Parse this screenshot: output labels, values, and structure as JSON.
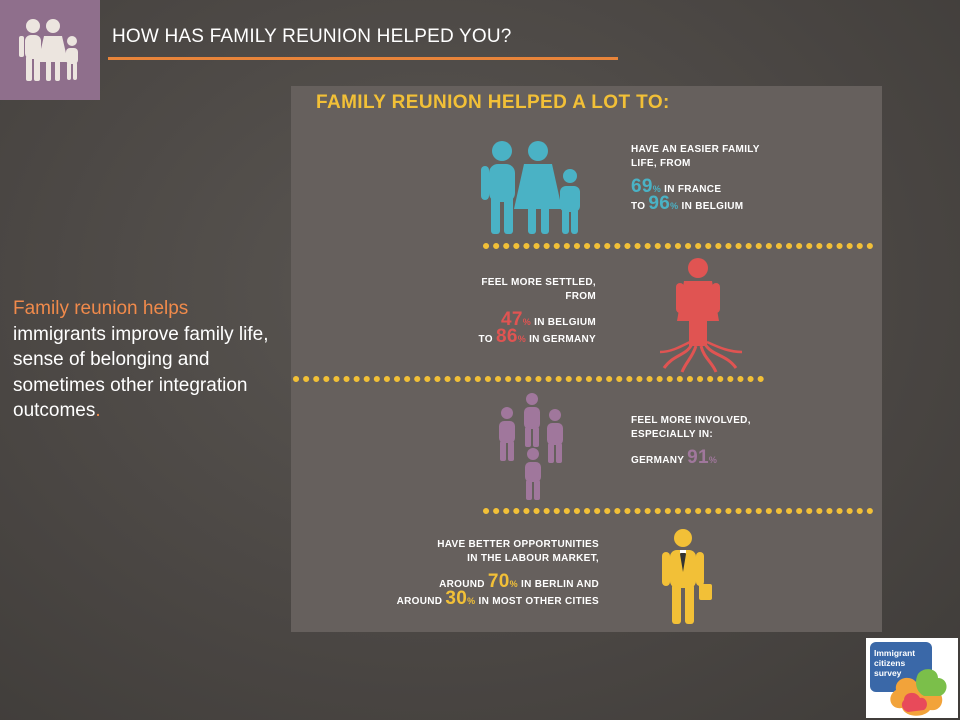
{
  "header": {
    "title": "HOW HAS FAMILY REUNION HELPED YOU?",
    "logo_icon": "family-icon"
  },
  "sidebar_text": {
    "highlight": "Family reunion helps",
    "body": "immigrants improve family life, sense of belonging and sometimes other integration outcomes",
    "end_mark": "."
  },
  "panel": {
    "heading": "FAMILY REUNION HELPED A LOT TO:",
    "rows": [
      {
        "icon": "family-icon",
        "lead": "HAVE AN EASIER FAMILY LIFE, FROM",
        "v1": "69",
        "u1": "%",
        "t1": "IN FRANCE",
        "pre2": "TO",
        "v2": "96",
        "u2": "%",
        "t2": "IN BELGIUM",
        "color": "#4ab2c5"
      },
      {
        "icon": "rooted-person-icon",
        "lead": "FEEL MORE SETTLED, FROM",
        "v1": "47",
        "u1": "%",
        "t1": "IN BELGIUM",
        "pre2": "TO",
        "v2": "86",
        "u2": "%",
        "t2": "IN GERMANY",
        "color": "#e05452"
      },
      {
        "icon": "community-group-icon",
        "lead": "FEEL MORE INVOLVED, ESPECIALLY IN:",
        "t1": "GERMANY",
        "v1": "91",
        "u1": "%",
        "color": "#a0779c"
      },
      {
        "icon": "businessman-icon",
        "lead": "HAVE BETTER OPPORTUNITIES IN THE LABOUR MARKET,",
        "pre1": "AROUND",
        "v1": "70",
        "u1": "%",
        "t1": "IN BERLIN AND",
        "pre2": "AROUND",
        "v2": "30",
        "u2": "%",
        "t2": "IN MOST OTHER CITIES",
        "color": "#f2c037"
      }
    ]
  },
  "corner_logo": {
    "text": "Immigrant citizens survey"
  }
}
